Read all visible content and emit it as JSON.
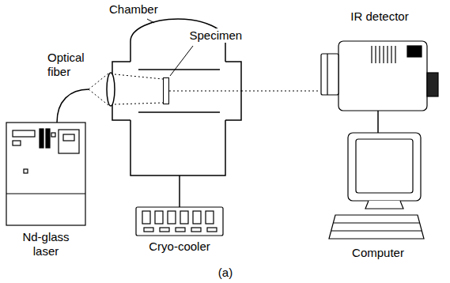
{
  "diagram": {
    "caption": "(a)",
    "nodes": [
      {
        "text": [
          "Chamber"
        ]
      },
      {
        "text": [
          "Specimen"
        ],
        "in": 0
      },
      {
        "text": [
          "Nd-glass laser"
        ]
      },
      {
        "text": [
          "Cryo-cooler"
        ]
      },
      {
        "text": [
          "IR detector"
        ]
      },
      {
        "text": [
          "Computer"
        ]
      }
    ],
    "edges": [
      {
        "from": 0,
        "to": 3,
        "arrow": "none"
      },
      {
        "from": 0,
        "to": 4,
        "arrow": "none"
      },
      {
        "from": 4,
        "to": 5,
        "arrow": "none"
      }
    ],
    "labels": [
      "Optical fiber"
    ]
  }
}
